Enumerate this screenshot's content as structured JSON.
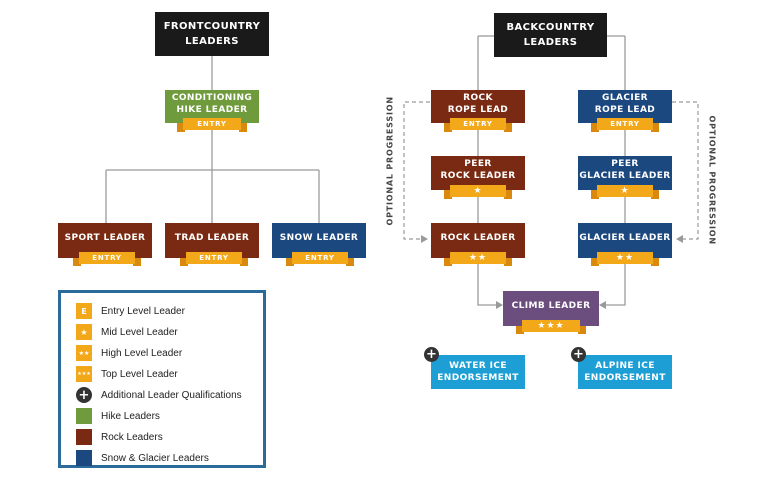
{
  "headers": {
    "frontcountry": [
      "FRONTCOUNTRY",
      "LEADERS"
    ],
    "backcountry": [
      "BACKCOUNTRY",
      "LEADERS"
    ]
  },
  "nodes": {
    "conditioning": {
      "lines": [
        "CONDITIONING",
        "HIKE LEADER"
      ],
      "level": "ENTRY"
    },
    "sport": {
      "lines": [
        "SPORT LEADER"
      ],
      "level": "ENTRY"
    },
    "trad": {
      "lines": [
        "TRAD LEADER"
      ],
      "level": "ENTRY"
    },
    "snow": {
      "lines": [
        "SNOW LEADER"
      ],
      "level": "ENTRY"
    },
    "rock_rope": {
      "lines": [
        "ROCK",
        "ROPE LEAD"
      ],
      "level": "ENTRY"
    },
    "glacier_rope": {
      "lines": [
        "GLACIER",
        "ROPE LEAD"
      ],
      "level": "ENTRY"
    },
    "peer_rock": {
      "lines": [
        "PEER",
        "ROCK LEADER"
      ],
      "level": "★"
    },
    "peer_glacier": {
      "lines": [
        "PEER",
        "GLACIER LEADER"
      ],
      "level": "★"
    },
    "rock_leader": {
      "lines": [
        "ROCK LEADER"
      ],
      "level": "★★"
    },
    "glacier_leader": {
      "lines": [
        "GLACIER LEADER"
      ],
      "level": "★★"
    },
    "climb_leader": {
      "lines": [
        "CLIMB LEADER"
      ],
      "level": "★★★"
    },
    "water_ice": {
      "lines": [
        "WATER ICE",
        "ENDORSEMENT"
      ]
    },
    "alpine_ice": {
      "lines": [
        "ALPINE ICE",
        "ENDORSEMENT"
      ]
    }
  },
  "optional_label": "OPTIONAL PROGRESSION",
  "legend": [
    {
      "swatch": "E",
      "color": "#f3a81a",
      "label": "Entry Level Leader"
    },
    {
      "swatch": "★",
      "color": "#f3a81a",
      "label": "Mid Level Leader"
    },
    {
      "swatch": "★★",
      "color": "#f3a81a",
      "label": "High Level Leader"
    },
    {
      "swatch": "★★★",
      "color": "#f3a81a",
      "label": "Top Level Leader"
    },
    {
      "swatch": "+",
      "color": "#333333",
      "label": "Additional Leader Qualifications"
    },
    {
      "swatch": "",
      "color": "#6f9b3c",
      "label": "Hike Leaders"
    },
    {
      "swatch": "",
      "color": "#7a2a12",
      "label": "Rock Leaders"
    },
    {
      "swatch": "",
      "color": "#1c4880",
      "label": "Snow & Glacier Leaders"
    }
  ],
  "colors": {
    "header": "#1a1a1a",
    "hike": "#6f9b3c",
    "rock": "#7a2a12",
    "glacier": "#1c4880",
    "climb": "#6b4d7e",
    "ice": "#1d9fd6",
    "ribbon": "#f3a81a",
    "legend_border": "#2a6b9a"
  }
}
